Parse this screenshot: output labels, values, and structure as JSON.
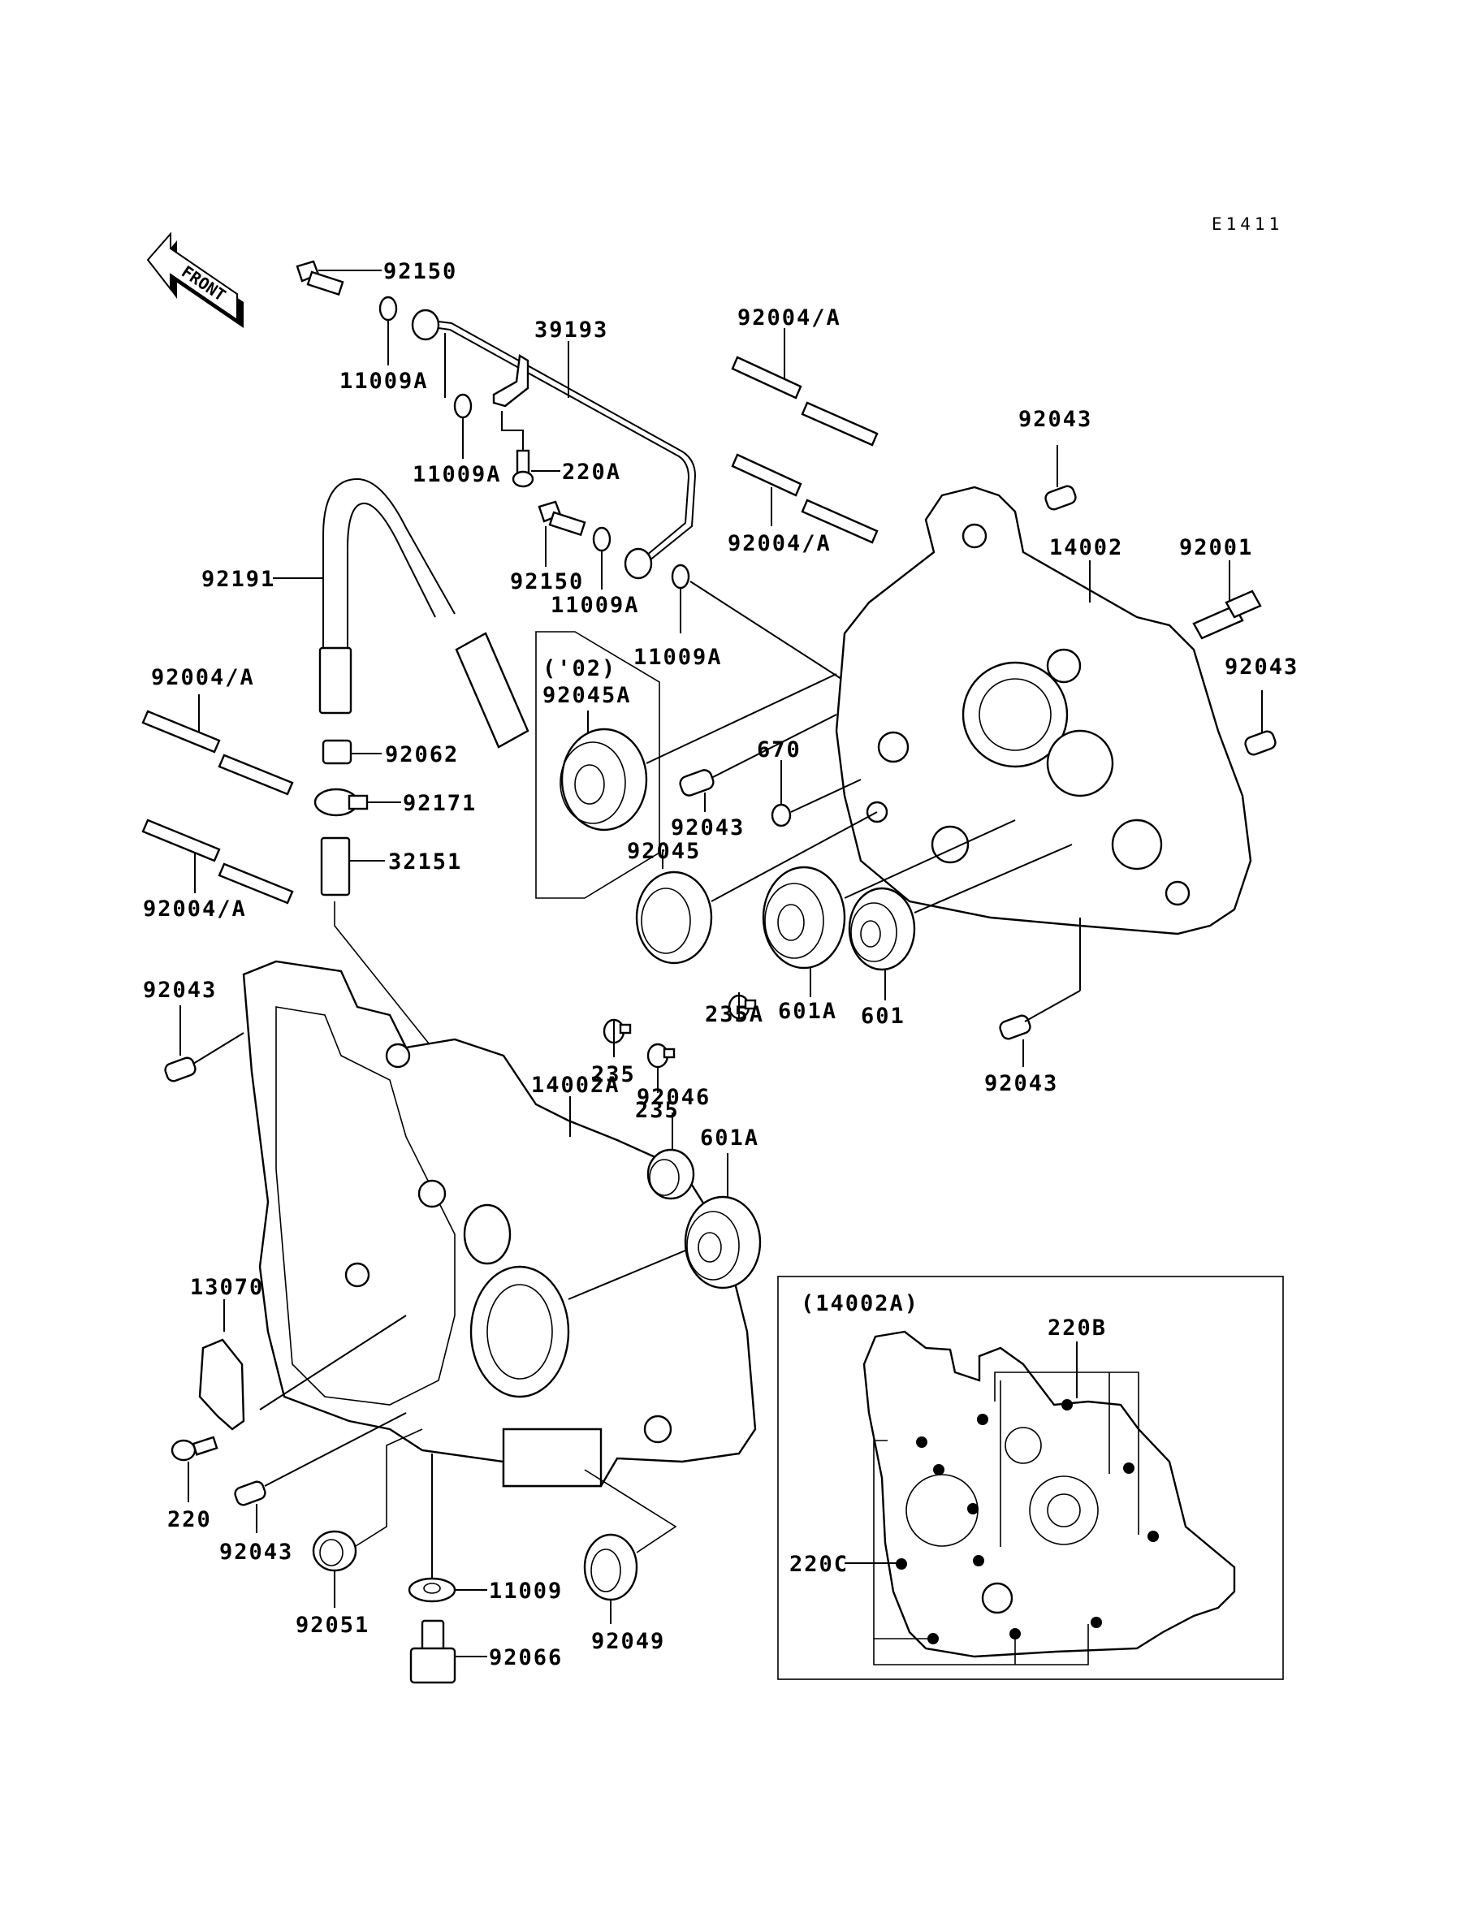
{
  "diagram": {
    "title": "Crankcase",
    "code": "E1411",
    "front_arrow": "FRONT",
    "labels": {
      "p92150_top": "92150",
      "p11009A_1": "11009A",
      "p39193": "39193",
      "p11009A_2": "11009A",
      "p220A": "220A",
      "p92150_mid": "92150",
      "p11009A_3": "11009A",
      "p11009A_4": "11009A",
      "p92191": "92191",
      "p92004A_tl": "92004/A",
      "p92004A_ml": "92004/A",
      "p92004A_tr": "92004/A",
      "p92004A_mr": "92004/A",
      "p92043_tr": "92043",
      "p14002": "14002",
      "p92001": "92001",
      "p92043_r": "92043",
      "p02": "('02)",
      "p92045A": "92045A",
      "p92062": "92062",
      "p92171": "92171",
      "p32151": "32151",
      "p670": "670",
      "p92043_c": "92043",
      "p92045": "92045",
      "p235_1": "235",
      "p235_2": "235",
      "p235A": "235A",
      "p601A_c": "601A",
      "p601": "601",
      "p92043_br": "92043",
      "p92043_l": "92043",
      "p14002A": "14002A",
      "p92046": "92046",
      "p601A_b": "601A",
      "p13070": "13070",
      "p220": "220",
      "p92043_bl": "92043",
      "p92051": "92051",
      "p11009": "11009",
      "p92066": "92066",
      "p92049": "92049"
    },
    "inset": {
      "title": "(14002A)",
      "label_220B": "220B",
      "label_220C": "220C"
    }
  }
}
